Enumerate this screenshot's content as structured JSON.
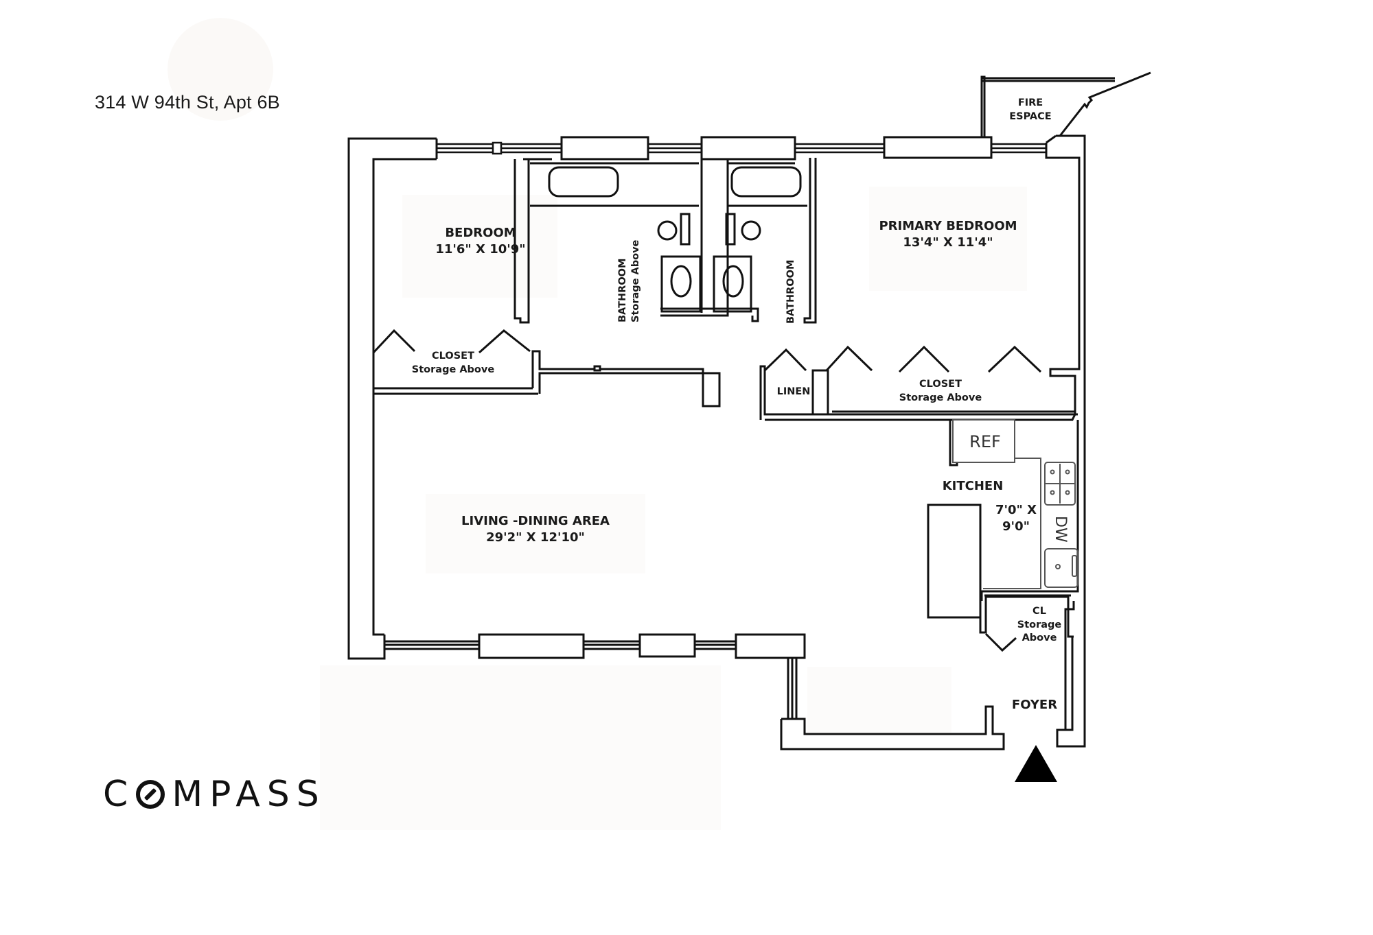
{
  "listing": {
    "address": "314 W 94th St, Apt 6B",
    "brand": {
      "prefix": "C",
      "suffix": "MPASS",
      "full": "COMPASS"
    }
  },
  "rooms": {
    "bedroom": {
      "name": "BEDROOM",
      "dimensions": "11'6\" X 10'9\""
    },
    "primary_bedroom": {
      "name": "PRIMARY BEDROOM",
      "dimensions": "13'4\" X 11'4\""
    },
    "bathroom_1": {
      "name": "BATHROOM",
      "note": "Storage Above"
    },
    "bathroom_2": {
      "name": "BATHROOM"
    },
    "closet_1": {
      "name": "CLOSET",
      "note": "Storage Above"
    },
    "closet_2": {
      "name": "CLOSET",
      "note": "Storage Above"
    },
    "linen": {
      "name": "LINEN"
    },
    "living_dining": {
      "name": "LIVING -DINING AREA",
      "dimensions": "29'2\" X 12'10\""
    },
    "kitchen": {
      "name": "KITCHEN",
      "dimensions_line1": "7'0\" X",
      "dimensions_line2": "9'0\""
    },
    "cl": {
      "name": "CL",
      "note_line1": "Storage",
      "note_line2": "Above"
    },
    "foyer": {
      "name": "FOYER"
    },
    "fire_escape": {
      "line1": "FIRE",
      "line2": "ESPACE"
    }
  },
  "fixtures": {
    "refrigerator": "REF",
    "dishwasher": "DW"
  },
  "icons": {
    "entry": "entry-arrow-icon",
    "logo_o": "compass-o-icon"
  },
  "colors": {
    "wall": "#111111",
    "background": "#ffffff",
    "label_patch": "#fcfbfa",
    "kitchen_line": "#6b6b6b"
  }
}
